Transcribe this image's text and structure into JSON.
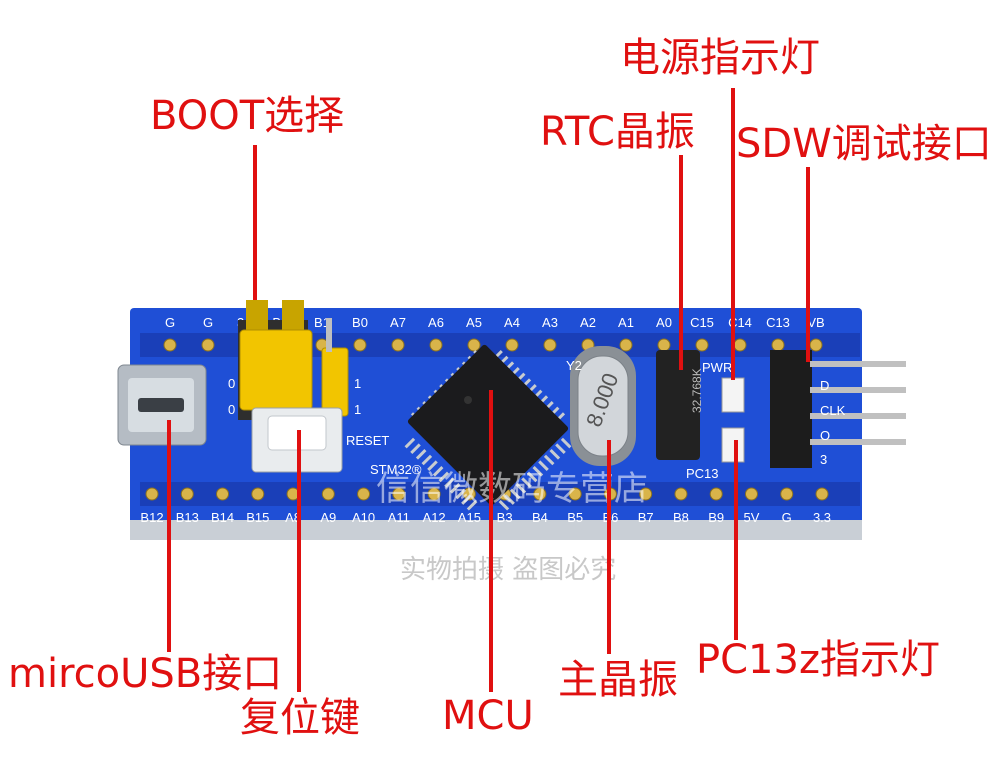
{
  "callouts": {
    "boot": "BOOT选择",
    "power_led": "电源指示灯",
    "rtc": "RTC晶振",
    "sdw": "SDW调试接口",
    "usb": "mircoUSB接口",
    "reset": "复位键",
    "mcu": "MCU",
    "crystal": "主晶振",
    "pc13": "PC13z指示灯"
  },
  "board": {
    "top_pins": [
      "G",
      "G",
      "3.3",
      "B10",
      "B1",
      "B0",
      "A7",
      "A6",
      "A5",
      "A4",
      "A3",
      "A2",
      "A1",
      "A0",
      "C15",
      "C14",
      "C13",
      "VB"
    ],
    "bottom_pins": [
      "B12",
      "B13",
      "B14",
      "B15",
      "A8",
      "A9",
      "A10",
      "A11",
      "A12",
      "A15",
      "B3",
      "B4",
      "B5",
      "B6",
      "B7",
      "B8",
      "B9",
      "5V",
      "G",
      "3.3"
    ],
    "reset_silk": "RESET",
    "stm_silk": "STM32®",
    "crystal_silk": "8.000",
    "y2_silk": "Y2",
    "rtc_silk": "32.768K",
    "pwr_silk": "PWR",
    "pc13_silk": "PC13",
    "boot_silk": [
      "0",
      "0",
      "1",
      "1"
    ],
    "swd_silk": [
      "D",
      "CLK",
      "O",
      "3"
    ]
  },
  "watermark": {
    "line1": "信信微数码专营店",
    "line2": "实物拍摄 盗图必究"
  },
  "colors": {
    "callout": "#e01010",
    "pcb": "#1f4fd6",
    "jumper": "#f2c500"
  }
}
